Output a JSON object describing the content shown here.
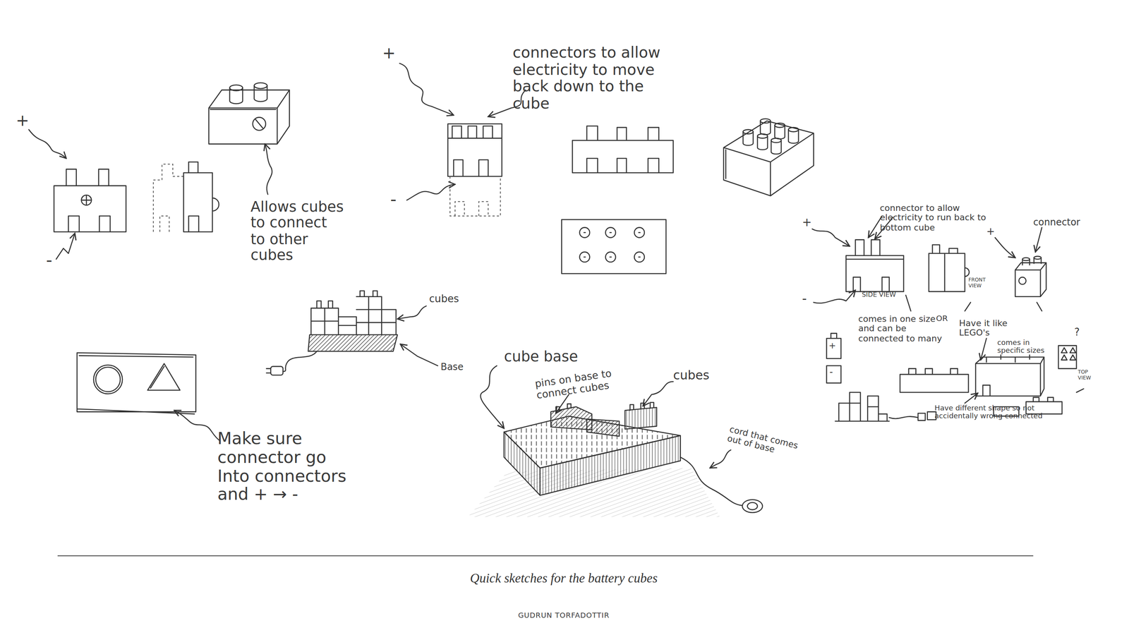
{
  "diagram": {
    "caption": "Quick sketches for the battery cubes",
    "labels": [
      "+",
      "-",
      "Allows cubes to connect to other cubes",
      "+",
      "connectors to allow electricity to move back down to the cube",
      "-",
      "cubes",
      "Base",
      "Make sure connector go Into connectors and + → -",
      "cube base",
      "pins on base to connect cubes",
      "cubes",
      "cord that comes out of base",
      "+",
      "connector to allow electricity to run back to bottom cube",
      "-",
      "SIDE VIEW",
      "FRONT VIEW",
      "+",
      "connector",
      "comes in one size and can be connected to many",
      "OR",
      "Have it like LEGO's",
      "comes in specific sizes",
      "?",
      "TOP VIEW",
      "+",
      "-",
      "Have different shape so not accidentally wrong connected",
      "GUDRUN TORFADOTTIR"
    ]
  }
}
